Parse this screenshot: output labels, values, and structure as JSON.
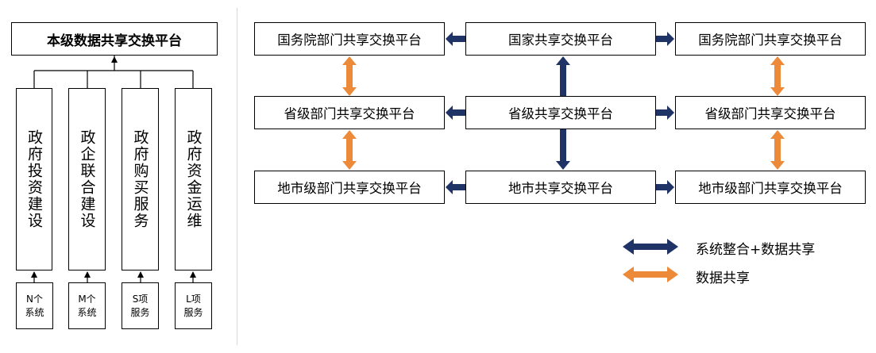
{
  "left_panel": {
    "title": "本级数据共享交换平台",
    "columns": [
      "政府投资建设",
      "政企联合建设",
      "政府购买服务",
      "政府资金运维"
    ],
    "sources": [
      {
        "line1": "N个",
        "line2": "系统"
      },
      {
        "line1": "M个",
        "line2": "系统"
      },
      {
        "line1": "S项",
        "line2": "服务"
      },
      {
        "line1": "L项",
        "line2": "服务"
      }
    ]
  },
  "right_panel": {
    "rows": [
      {
        "left": "国务院部门共享交换平台",
        "center": "国家共享交换平台",
        "right": "国务院部门共享交换平台"
      },
      {
        "left": "省级部门共享交换平台",
        "center": "省级共享交换平台",
        "right": "省级部门共享交换平台"
      },
      {
        "left": "地市级部门共享交换平台",
        "center": "地市共享交换平台",
        "right": "地市级部门共享交换平台"
      }
    ]
  },
  "legend": {
    "integration": "系统整合+数据共享",
    "sharing": "数据共享"
  },
  "colors": {
    "navy": "#1f3366",
    "orange": "#ed8a3a"
  }
}
